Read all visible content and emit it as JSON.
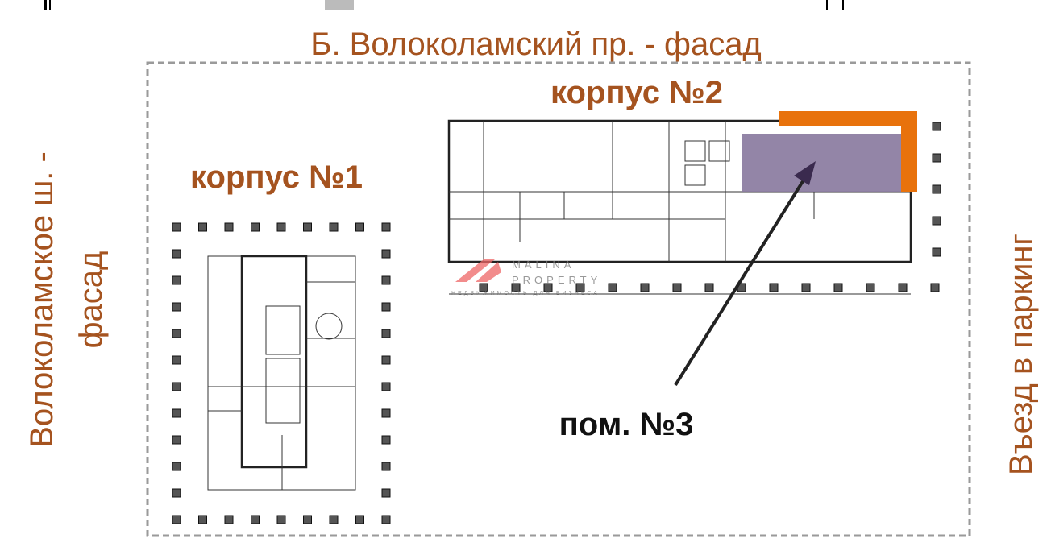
{
  "labels": {
    "top_facade": "Б. Волоколамский пр. - фасад",
    "left_facade_line1": "Волоколамское ш. -",
    "left_facade_line2": "фасад",
    "right_entrance": "Въезд в паркинг",
    "building1": "корпус №1",
    "building2": "корпус №2",
    "room": "пом. №3"
  },
  "watermark": {
    "line1": "MALINA",
    "line2": "PROPERTY",
    "tagline": "НЕДВИЖИМОСТЬ ДЛЯ БИЗНЕСА"
  },
  "colors": {
    "label_text": "#a5531f",
    "highlight_room": "#8a7b9f",
    "facade_highlight": "#e8720c",
    "arrow": "#222222",
    "boundary": "#9a9a9a"
  }
}
